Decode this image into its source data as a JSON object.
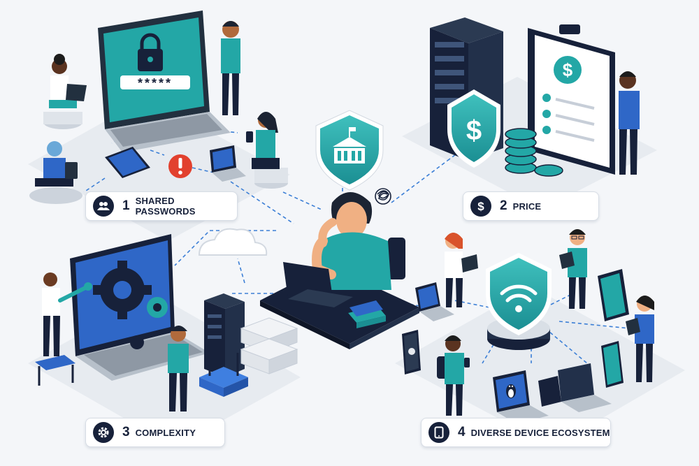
{
  "labels": [
    {
      "num": "1",
      "text": "Shared Passwords",
      "icon": "users-icon"
    },
    {
      "num": "2",
      "text": "Price",
      "icon": "dollar-icon"
    },
    {
      "num": "3",
      "text": "Complexity",
      "icon": "gear-icon"
    },
    {
      "num": "4",
      "text": "Diverse Device Ecosystem",
      "icon": "tablet-icon"
    }
  ],
  "password_mask": "*****",
  "colors": {
    "navy": "#17213a",
    "teal": "#23a7a6",
    "blue": "#2f67c7",
    "red": "#e2412e",
    "background": "#f4f6f9"
  }
}
